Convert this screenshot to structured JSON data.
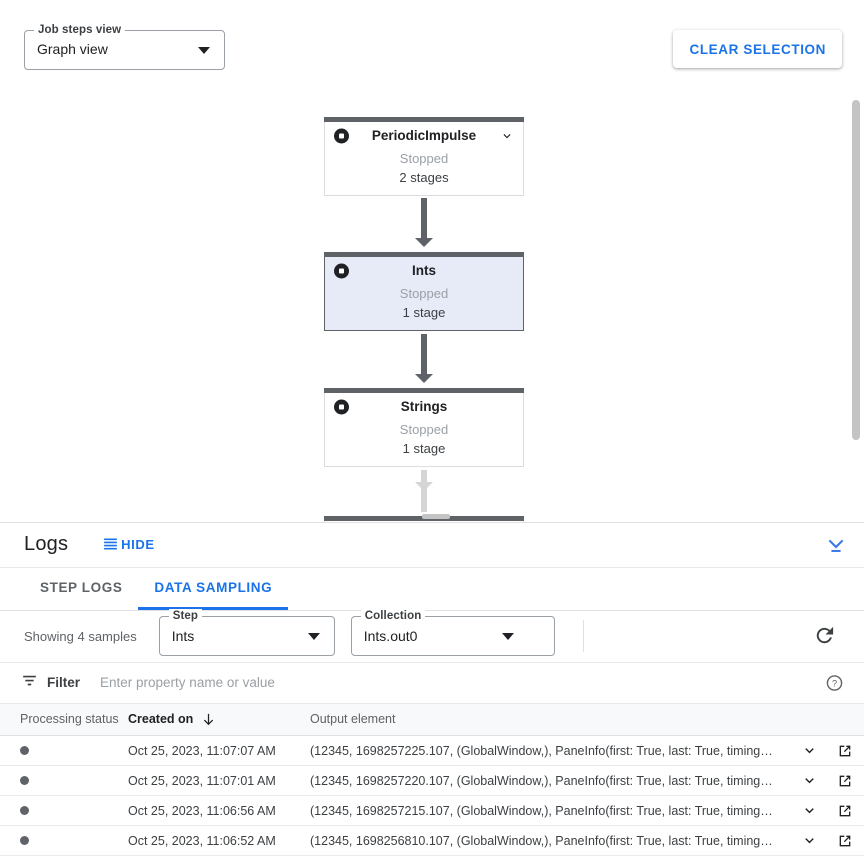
{
  "graph": {
    "view_select": {
      "legend": "Job steps view",
      "value": "Graph view"
    },
    "clear_selection_label": "CLEAR SELECTION",
    "nodes": [
      {
        "name": "PeriodicImpulse",
        "status": "Stopped",
        "stages": "2 stages",
        "selected": false,
        "has_chevron": true
      },
      {
        "name": "Ints",
        "status": "Stopped",
        "stages": "1 stage",
        "selected": true,
        "has_chevron": false
      },
      {
        "name": "Strings",
        "status": "Stopped",
        "stages": "1 stage",
        "selected": false,
        "has_chevron": false
      }
    ]
  },
  "logs": {
    "title": "Logs",
    "hide_label": "HIDE",
    "tabs": [
      {
        "label": "STEP LOGS",
        "active": false
      },
      {
        "label": "DATA SAMPLING",
        "active": true
      }
    ],
    "controls": {
      "showing_text": "Showing 4 samples",
      "step_select": {
        "legend": "Step",
        "value": "Ints"
      },
      "collection_select": {
        "legend": "Collection",
        "value": "Ints.out0"
      }
    },
    "filter": {
      "label": "Filter",
      "placeholder": "Enter property name or value",
      "value": ""
    },
    "table": {
      "columns": [
        {
          "key": "status",
          "label": "Processing status",
          "sorted": false
        },
        {
          "key": "created",
          "label": "Created on",
          "sorted": true
        },
        {
          "key": "output",
          "label": "Output element",
          "sorted": false
        }
      ],
      "rows": [
        {
          "status": "processed",
          "created": "Oct 25, 2023, 11:07:07 AM",
          "output": "(12345, 1698257225.107, (GlobalWindow,), PaneInfo(first: True, last: True, timing…"
        },
        {
          "status": "processed",
          "created": "Oct 25, 2023, 11:07:01 AM",
          "output": "(12345, 1698257220.107, (GlobalWindow,), PaneInfo(first: True, last: True, timing…"
        },
        {
          "status": "processed",
          "created": "Oct 25, 2023, 11:06:56 AM",
          "output": "(12345, 1698257215.107, (GlobalWindow,), PaneInfo(first: True, last: True, timing…"
        },
        {
          "status": "processed",
          "created": "Oct 25, 2023, 11:06:52 AM",
          "output": "(12345, 1698256810.107, (GlobalWindow,), PaneInfo(first: True, last: True, timing…"
        }
      ]
    }
  },
  "colors": {
    "accent_blue": "#1a73e8",
    "node_header": "#5f6368",
    "node_selected_fill": "#e6ebf7",
    "muted_text": "#9aa0a6"
  }
}
